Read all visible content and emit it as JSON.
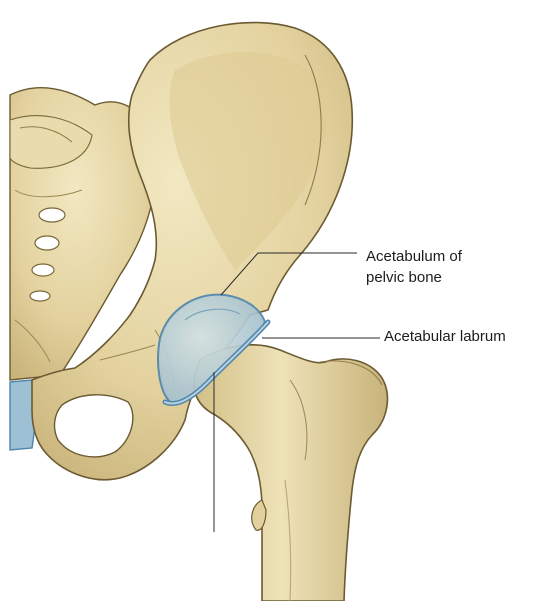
{
  "labels": {
    "acetabulum_line1": "Acetabulum of",
    "acetabulum_line2": "pelvic bone",
    "labrum": "Acetabular labrum"
  },
  "colors": {
    "bone": "#e6d8a6",
    "bone_shadow": "#c9b77f",
    "bone_outline": "#6b5a32",
    "cartilage": "#aac4cf",
    "cartilage_edge": "#4f86ad",
    "leader_line": "#2a2a2a"
  }
}
